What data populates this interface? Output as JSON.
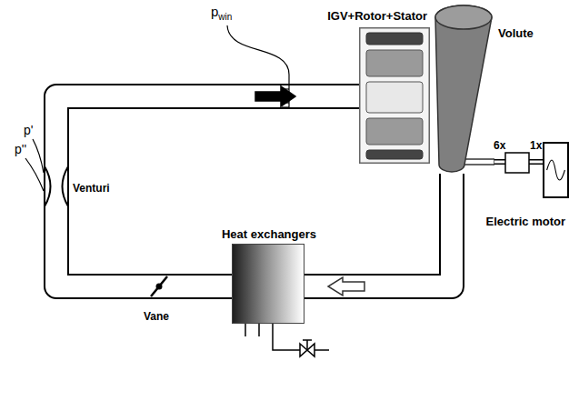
{
  "diagram": {
    "nodes": [
      {
        "text": [
          "IGV+Rotor+Stator"
        ]
      },
      {
        "text": [
          "Volute"
        ]
      },
      {
        "text": [
          "Electric motor"
        ]
      },
      {
        "text": [
          "Heat exchangers"
        ]
      }
    ],
    "edges": [
      {
        "from": 1,
        "to": 3,
        "arrow": "to"
      },
      {
        "from": 3,
        "to": 0,
        "arrow": "to"
      },
      {
        "from": 1,
        "to": 2,
        "arrow": "none"
      }
    ],
    "labels": [
      "pwin",
      "p'",
      "p''",
      "Venturi",
      "Vane",
      "6x",
      "1x"
    ]
  }
}
